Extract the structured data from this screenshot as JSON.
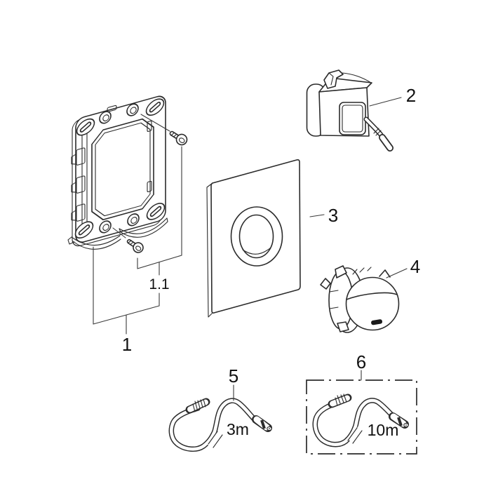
{
  "background": "#ffffff",
  "line_color": "#2b2b2b",
  "text_color": "#111111",
  "callouts": {
    "part1": "1",
    "part1_1": "1.1",
    "part2": "2",
    "part3": "3",
    "part4": "4",
    "part5": "5",
    "part6": "6"
  },
  "annotations": {
    "hose5_length": "3m",
    "hose6_length": "10m"
  }
}
